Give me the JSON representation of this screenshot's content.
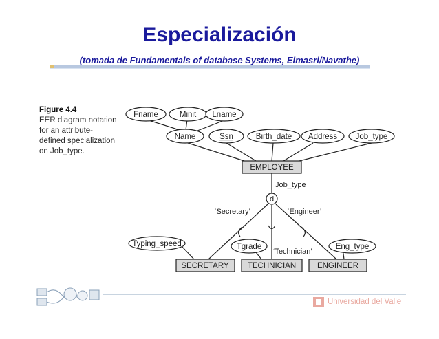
{
  "slide": {
    "title": "Especialización",
    "subtitle": "(tomada de Fundamentals of database Systems, Elmasri/Navathe)"
  },
  "figure": {
    "label": "Figure 4.4",
    "caption_lines": [
      "EER diagram notation",
      "for an attribute-",
      "defined specialization",
      "on Job_type."
    ]
  },
  "diagram": {
    "attributes": {
      "fname": "Fname",
      "minit": "Minit",
      "lname": "Lname",
      "name": "Name",
      "ssn": "Ssn",
      "birth_date": "Birth_date",
      "address": "Address",
      "job_type": "Job_type",
      "typing_speed": "Typing_speed",
      "tgrade": "Tgrade",
      "eng_type": "Eng_type"
    },
    "entities": {
      "employee": "EMPLOYEE",
      "secretary": "SECRETARY",
      "technician": "TECHNICIAN",
      "engineer": "ENGINEER"
    },
    "specialization": {
      "attribute_label": "Job_type",
      "symbol": "d",
      "secretary_value": "‘Secretary’",
      "engineer_value": "‘Engineer’",
      "technician_value": "‘Technician’"
    }
  },
  "footer": {
    "university": "Universidad del Valle"
  },
  "colors": {
    "title": "#1a1a9c",
    "entity_fill": "#d9d9d9",
    "line": "#222222",
    "footer_text": "#e9a9a0"
  }
}
